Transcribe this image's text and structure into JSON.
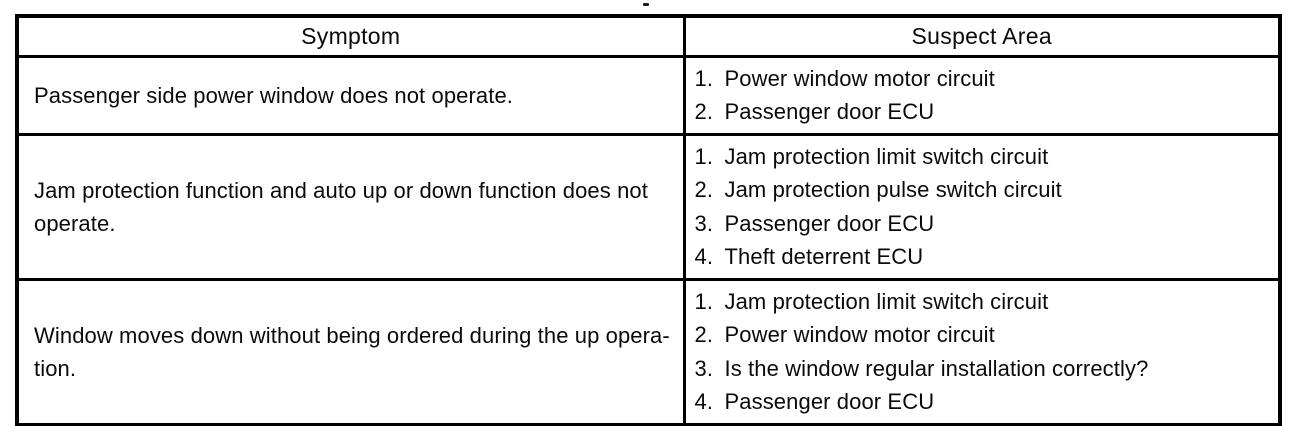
{
  "table": {
    "headers": {
      "symptom": "Symptom",
      "suspect_area": "Suspect Area"
    },
    "rows": [
      {
        "symptom_lines": [
          "Passenger side power window does not operate."
        ],
        "suspects": [
          {
            "num": "1.",
            "text": "Power window motor circuit"
          },
          {
            "num": "2.",
            "text": "Passenger door ECU"
          }
        ]
      },
      {
        "symptom_lines": [
          "Jam protection function and auto up or down function does not",
          "operate."
        ],
        "suspects": [
          {
            "num": "1.",
            "text": "Jam protection limit switch circuit"
          },
          {
            "num": "2.",
            "text": "Jam protection pulse switch circuit"
          },
          {
            "num": "3.",
            "text": "Passenger door ECU"
          },
          {
            "num": "4.",
            "text": "Theft deterrent ECU"
          }
        ]
      },
      {
        "symptom_lines": [
          "Window moves down without being ordered during the up opera-",
          "tion."
        ],
        "suspects": [
          {
            "num": "1.",
            "text": "Jam protection limit switch circuit"
          },
          {
            "num": "2.",
            "text": "Power window motor circuit"
          },
          {
            "num": "3.",
            "text": "Is the window regular installation correctly?"
          },
          {
            "num": "4.",
            "text": "Passenger door ECU"
          }
        ]
      }
    ]
  },
  "artifacts": {
    "ink_colors": {
      "line": "#000000",
      "text": "#0a0a0a"
    },
    "background": "#ffffff"
  }
}
